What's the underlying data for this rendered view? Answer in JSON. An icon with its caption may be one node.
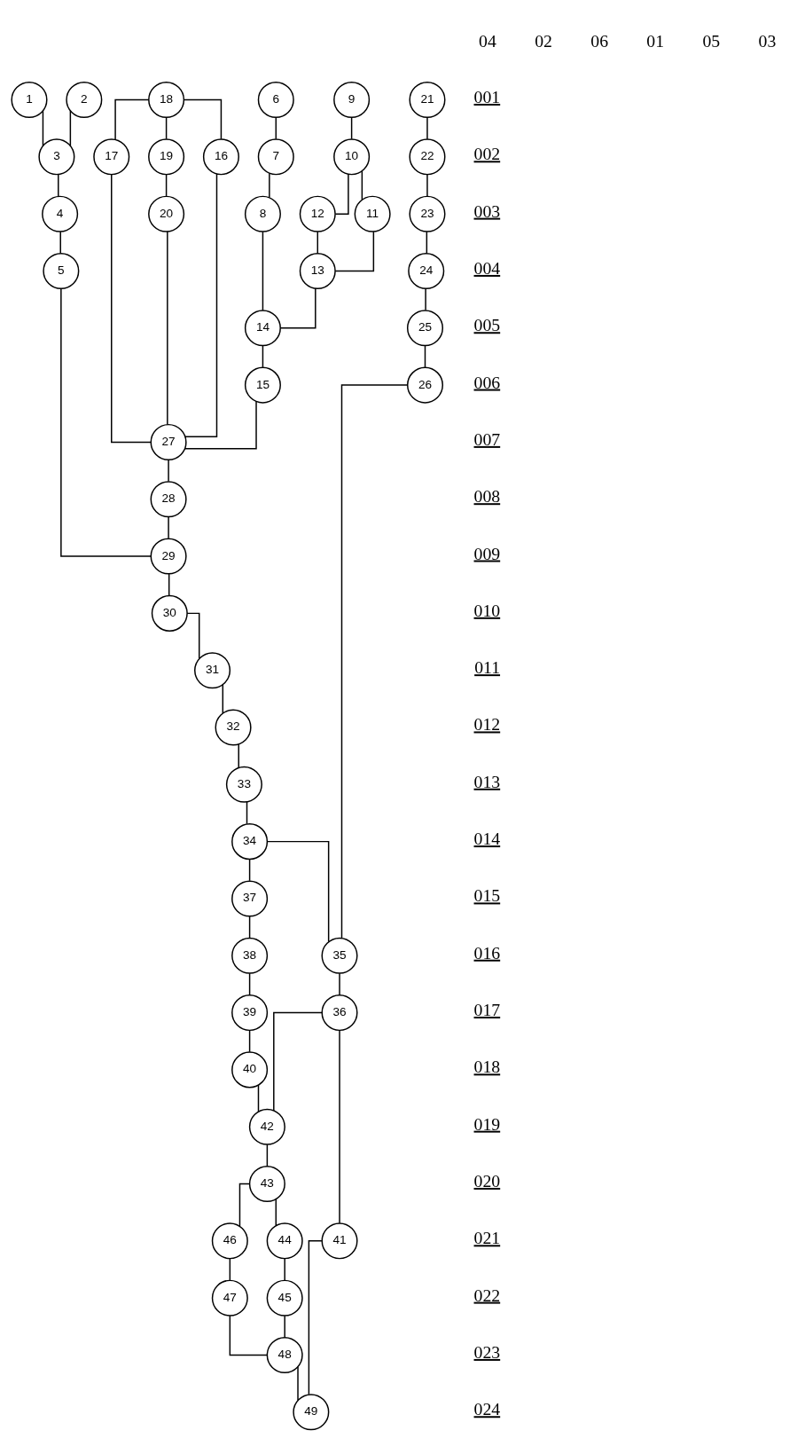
{
  "diagram": {
    "nodes": [
      {
        "text": [
          "1"
        ]
      },
      {
        "text": [
          "2"
        ]
      },
      {
        "text": [
          "3"
        ]
      },
      {
        "text": [
          "4"
        ]
      },
      {
        "text": [
          "5"
        ]
      },
      {
        "text": [
          "6"
        ]
      },
      {
        "text": [
          "7"
        ]
      },
      {
        "text": [
          "8"
        ]
      },
      {
        "text": [
          "9"
        ]
      },
      {
        "text": [
          "10"
        ]
      },
      {
        "text": [
          "11"
        ]
      },
      {
        "text": [
          "12"
        ]
      },
      {
        "text": [
          "13"
        ]
      },
      {
        "text": [
          "14"
        ]
      },
      {
        "text": [
          "15"
        ]
      },
      {
        "text": [
          "16"
        ]
      },
      {
        "text": [
          "17"
        ]
      },
      {
        "text": [
          "18"
        ]
      },
      {
        "text": [
          "19"
        ]
      },
      {
        "text": [
          "20"
        ]
      },
      {
        "text": [
          "21"
        ]
      },
      {
        "text": [
          "22"
        ]
      },
      {
        "text": [
          "23"
        ]
      },
      {
        "text": [
          "24"
        ]
      },
      {
        "text": [
          "25"
        ]
      },
      {
        "text": [
          "26"
        ]
      },
      {
        "text": [
          "27"
        ]
      },
      {
        "text": [
          "28"
        ]
      },
      {
        "text": [
          "29"
        ]
      },
      {
        "text": [
          "30"
        ]
      },
      {
        "text": [
          "31"
        ]
      },
      {
        "text": [
          "32"
        ]
      },
      {
        "text": [
          "33"
        ]
      },
      {
        "text": [
          "34"
        ]
      },
      {
        "text": [
          "35"
        ]
      },
      {
        "text": [
          "36"
        ]
      },
      {
        "text": [
          "37"
        ]
      },
      {
        "text": [
          "38"
        ]
      },
      {
        "text": [
          "39"
        ]
      },
      {
        "text": [
          "40"
        ]
      },
      {
        "text": [
          "41"
        ]
      },
      {
        "text": [
          "42"
        ]
      },
      {
        "text": [
          "43"
        ]
      },
      {
        "text": [
          "44"
        ]
      },
      {
        "text": [
          "45"
        ]
      },
      {
        "text": [
          "46"
        ]
      },
      {
        "text": [
          "47"
        ]
      },
      {
        "text": [
          "48"
        ]
      },
      {
        "text": [
          "49"
        ]
      }
    ],
    "edges": [
      {
        "from": 20,
        "to": 21,
        "arrow": "none"
      },
      {
        "from": 21,
        "to": 22,
        "arrow": "none"
      },
      {
        "from": 22,
        "to": 23,
        "arrow": "none"
      },
      {
        "from": 23,
        "to": 24,
        "arrow": "none"
      },
      {
        "from": 24,
        "to": 25,
        "arrow": "none"
      },
      {
        "from": 0,
        "to": 2,
        "arrow": "none"
      },
      {
        "from": 1,
        "to": 2,
        "arrow": "none"
      },
      {
        "from": 2,
        "to": 3,
        "arrow": "none"
      },
      {
        "from": 3,
        "to": 4,
        "arrow": "none"
      },
      {
        "from": 8,
        "to": 9,
        "arrow": "none"
      },
      {
        "from": 9,
        "to": 10,
        "arrow": "none"
      },
      {
        "from": 9,
        "to": 11,
        "arrow": "none"
      },
      {
        "from": 10,
        "to": 12,
        "arrow": "none"
      },
      {
        "from": 11,
        "to": 12,
        "arrow": "none"
      },
      {
        "from": 12,
        "to": 13,
        "arrow": "none"
      },
      {
        "from": 5,
        "to": 6,
        "arrow": "none"
      },
      {
        "from": 6,
        "to": 7,
        "arrow": "none"
      },
      {
        "from": 7,
        "to": 13,
        "arrow": "none"
      },
      {
        "from": 13,
        "to": 14,
        "arrow": "none"
      },
      {
        "from": 17,
        "to": 18,
        "arrow": "none"
      },
      {
        "from": 18,
        "to": 19,
        "arrow": "none"
      },
      {
        "from": 17,
        "to": 15,
        "arrow": "none"
      },
      {
        "from": 17,
        "to": 16,
        "arrow": "none"
      },
      {
        "from": 15,
        "to": 26,
        "arrow": "none"
      },
      {
        "from": 16,
        "to": 26,
        "arrow": "none"
      },
      {
        "from": 14,
        "to": 26,
        "arrow": "none"
      },
      {
        "from": 19,
        "to": 26,
        "arrow": "none"
      },
      {
        "from": 26,
        "to": 27,
        "arrow": "none"
      },
      {
        "from": 27,
        "to": 28,
        "arrow": "none"
      },
      {
        "from": 4,
        "to": 28,
        "arrow": "none"
      },
      {
        "from": 28,
        "to": 29,
        "arrow": "none"
      },
      {
        "from": 29,
        "to": 30,
        "arrow": "none"
      },
      {
        "from": 30,
        "to": 31,
        "arrow": "none"
      },
      {
        "from": 31,
        "to": 32,
        "arrow": "none"
      },
      {
        "from": 32,
        "to": 33,
        "arrow": "none"
      },
      {
        "from": 33,
        "to": 34,
        "arrow": "none"
      },
      {
        "from": 25,
        "to": 34,
        "arrow": "none"
      },
      {
        "from": 33,
        "to": 36,
        "arrow": "none"
      },
      {
        "from": 36,
        "to": 37,
        "arrow": "none"
      },
      {
        "from": 37,
        "to": 38,
        "arrow": "none"
      },
      {
        "from": 38,
        "to": 39,
        "arrow": "none"
      },
      {
        "from": 34,
        "to": 35,
        "arrow": "none"
      },
      {
        "from": 35,
        "to": 40,
        "arrow": "none"
      },
      {
        "from": 35,
        "to": 41,
        "arrow": "none"
      },
      {
        "from": 39,
        "to": 41,
        "arrow": "none"
      },
      {
        "from": 41,
        "to": 42,
        "arrow": "none"
      },
      {
        "from": 42,
        "to": 43,
        "arrow": "none"
      },
      {
        "from": 42,
        "to": 45,
        "arrow": "none"
      },
      {
        "from": 43,
        "to": 44,
        "arrow": "none"
      },
      {
        "from": 45,
        "to": 46,
        "arrow": "none"
      },
      {
        "from": 44,
        "to": 47,
        "arrow": "none"
      },
      {
        "from": 46,
        "to": 47,
        "arrow": "none"
      },
      {
        "from": 47,
        "to": 48,
        "arrow": "none"
      },
      {
        "from": 40,
        "to": 48,
        "arrow": "none"
      }
    ],
    "labels": [
      "04",
      "02",
      "06",
      "01",
      "05",
      "03",
      "001",
      "002",
      "003",
      "004",
      "005",
      "006",
      "007",
      "008",
      "009",
      "010",
      "011",
      "012",
      "013",
      "014",
      "015",
      "016",
      "017",
      "018",
      "019",
      "020",
      "021",
      "022",
      "023",
      "024"
    ]
  }
}
